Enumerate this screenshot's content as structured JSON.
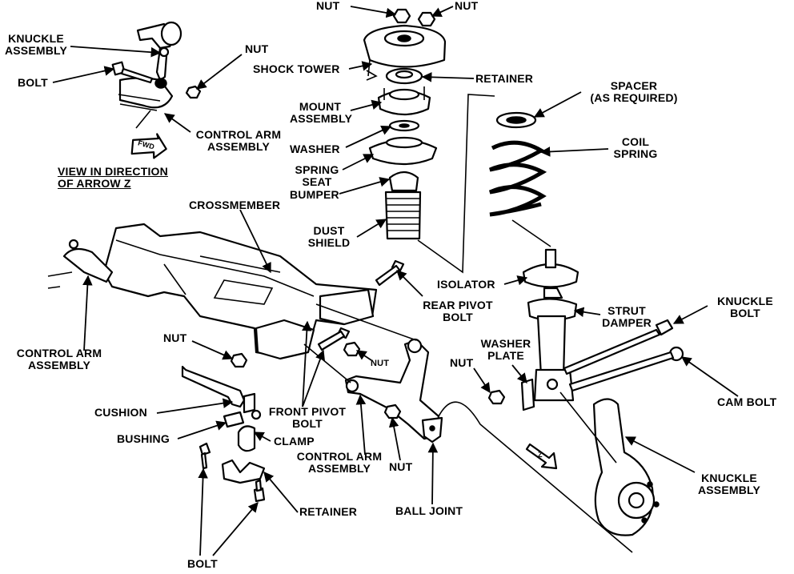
{
  "labels": {
    "nut_top_left": "NUT",
    "nut_top_right": "NUT",
    "knuckle_assembly_top": "KNUCKLE\nASSEMBLY",
    "nut_upper": "NUT",
    "shock_tower": "SHOCK TOWER",
    "retainer_top": "RETAINER",
    "bolt_top": "BOLT",
    "spacer": "SPACER\n(AS REQUIRED)",
    "mount_assembly": "MOUNT\nASSEMBLY",
    "control_arm_assembly_top": "CONTROL ARM\nASSEMBLY",
    "coil_spring": "COIL\nSPRING",
    "washer_top": "WASHER",
    "view_direction": "VIEW IN DIRECTION\nOF ARROW Z",
    "spring_seat": "SPRING\nSEAT",
    "bumper": "BUMPER",
    "crossmember": "CROSSMEMBER",
    "dust_shield": "DUST\nSHIELD",
    "isolator": "ISOLATOR",
    "rear_pivot_bolt": "REAR PIVOT\nBOLT",
    "knuckle_bolt": "KNUCKLE\nBOLT",
    "strut_damper": "STRUT\nDAMPER",
    "nut_mid": "NUT",
    "washer_plate": "WASHER\nPLATE",
    "control_arm_assembly_left": "CONTROL ARM\nASSEMBLY",
    "nut_right_small": "NUT",
    "nut_arm": "NUT",
    "cam_bolt": "CAM BOLT",
    "cushion": "CUSHION",
    "front_pivot_bolt": "FRONT PIVOT\nBOLT",
    "bushing": "BUSHING",
    "clamp": "CLAMP",
    "control_arm_assembly_bottom": "CONTROL ARM\nASSEMBLY",
    "nut_bottom": "NUT",
    "knuckle_assembly_bottom": "KNUCKLE\nASSEMBLY",
    "retainer_bottom": "RETAINER",
    "ball_joint": "BALL JOINT",
    "bolt_bottom": "BOLT",
    "fwd_arrow": "FWD",
    "z_arrow": "Z"
  }
}
